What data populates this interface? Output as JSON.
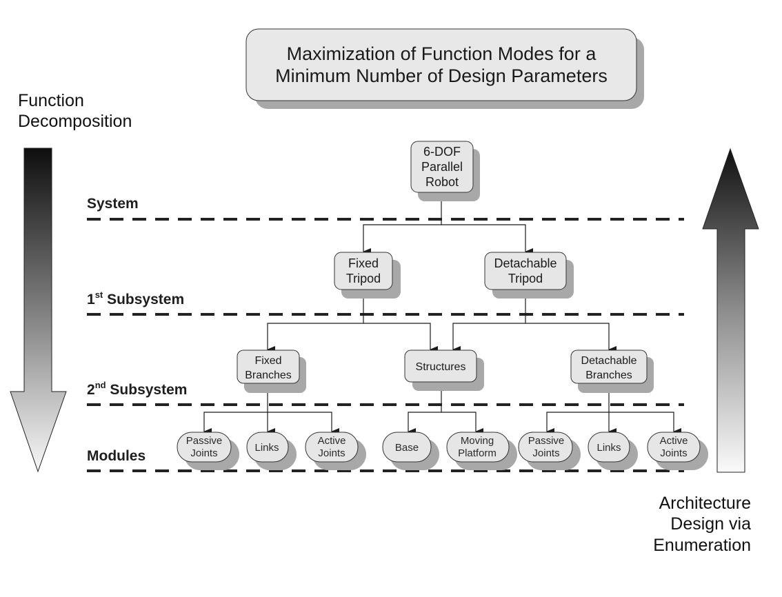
{
  "title": {
    "line1": "Maximization of Function Modes for a",
    "line2": "Minimum Number of Design Parameters"
  },
  "left_label": {
    "line1": "Function",
    "line2": "Decomposition"
  },
  "right_label": {
    "line1": "Architecture",
    "line2": "Design via",
    "line3": "Enumeration"
  },
  "levels": {
    "system": "System",
    "sub1_prefix": "1",
    "sub1_sup": "st",
    "sub1_rest": " Subsystem",
    "sub2_prefix": "2",
    "sub2_sup": "nd",
    "sub2_rest": " Subsystem",
    "modules": "Modules"
  },
  "nodes": {
    "robot": {
      "line1": "6-DOF",
      "line2": "Parallel",
      "line3": "Robot"
    },
    "fixed_tripod": {
      "line1": "Fixed",
      "line2": "Tripod"
    },
    "detachable_tripod": {
      "line1": "Detachable",
      "line2": "Tripod"
    },
    "fixed_branches": {
      "line1": "Fixed",
      "line2": "Branches"
    },
    "structures": {
      "line1": "Structures"
    },
    "detachable_branches": {
      "line1": "Detachable",
      "line2": "Branches"
    }
  },
  "modules": {
    "passive_joints_1": {
      "line1": "Passive",
      "line2": "Joints"
    },
    "links_1": {
      "line1": "Links"
    },
    "active_joints_1": {
      "line1": "Active",
      "line2": "Joints"
    },
    "base": {
      "line1": "Base"
    },
    "moving_platform": {
      "line1": "Moving",
      "line2": "Platform"
    },
    "passive_joints_2": {
      "line1": "Passive",
      "line2": "Joints"
    },
    "links_2": {
      "line1": "Links"
    },
    "active_joints_2": {
      "line1": "Active",
      "line2": "Joints"
    }
  },
  "colors": {
    "box_fill": "#e6e6e6",
    "shadow": "#a8a8a8",
    "stroke": "#333333",
    "dashes": "#222222"
  }
}
